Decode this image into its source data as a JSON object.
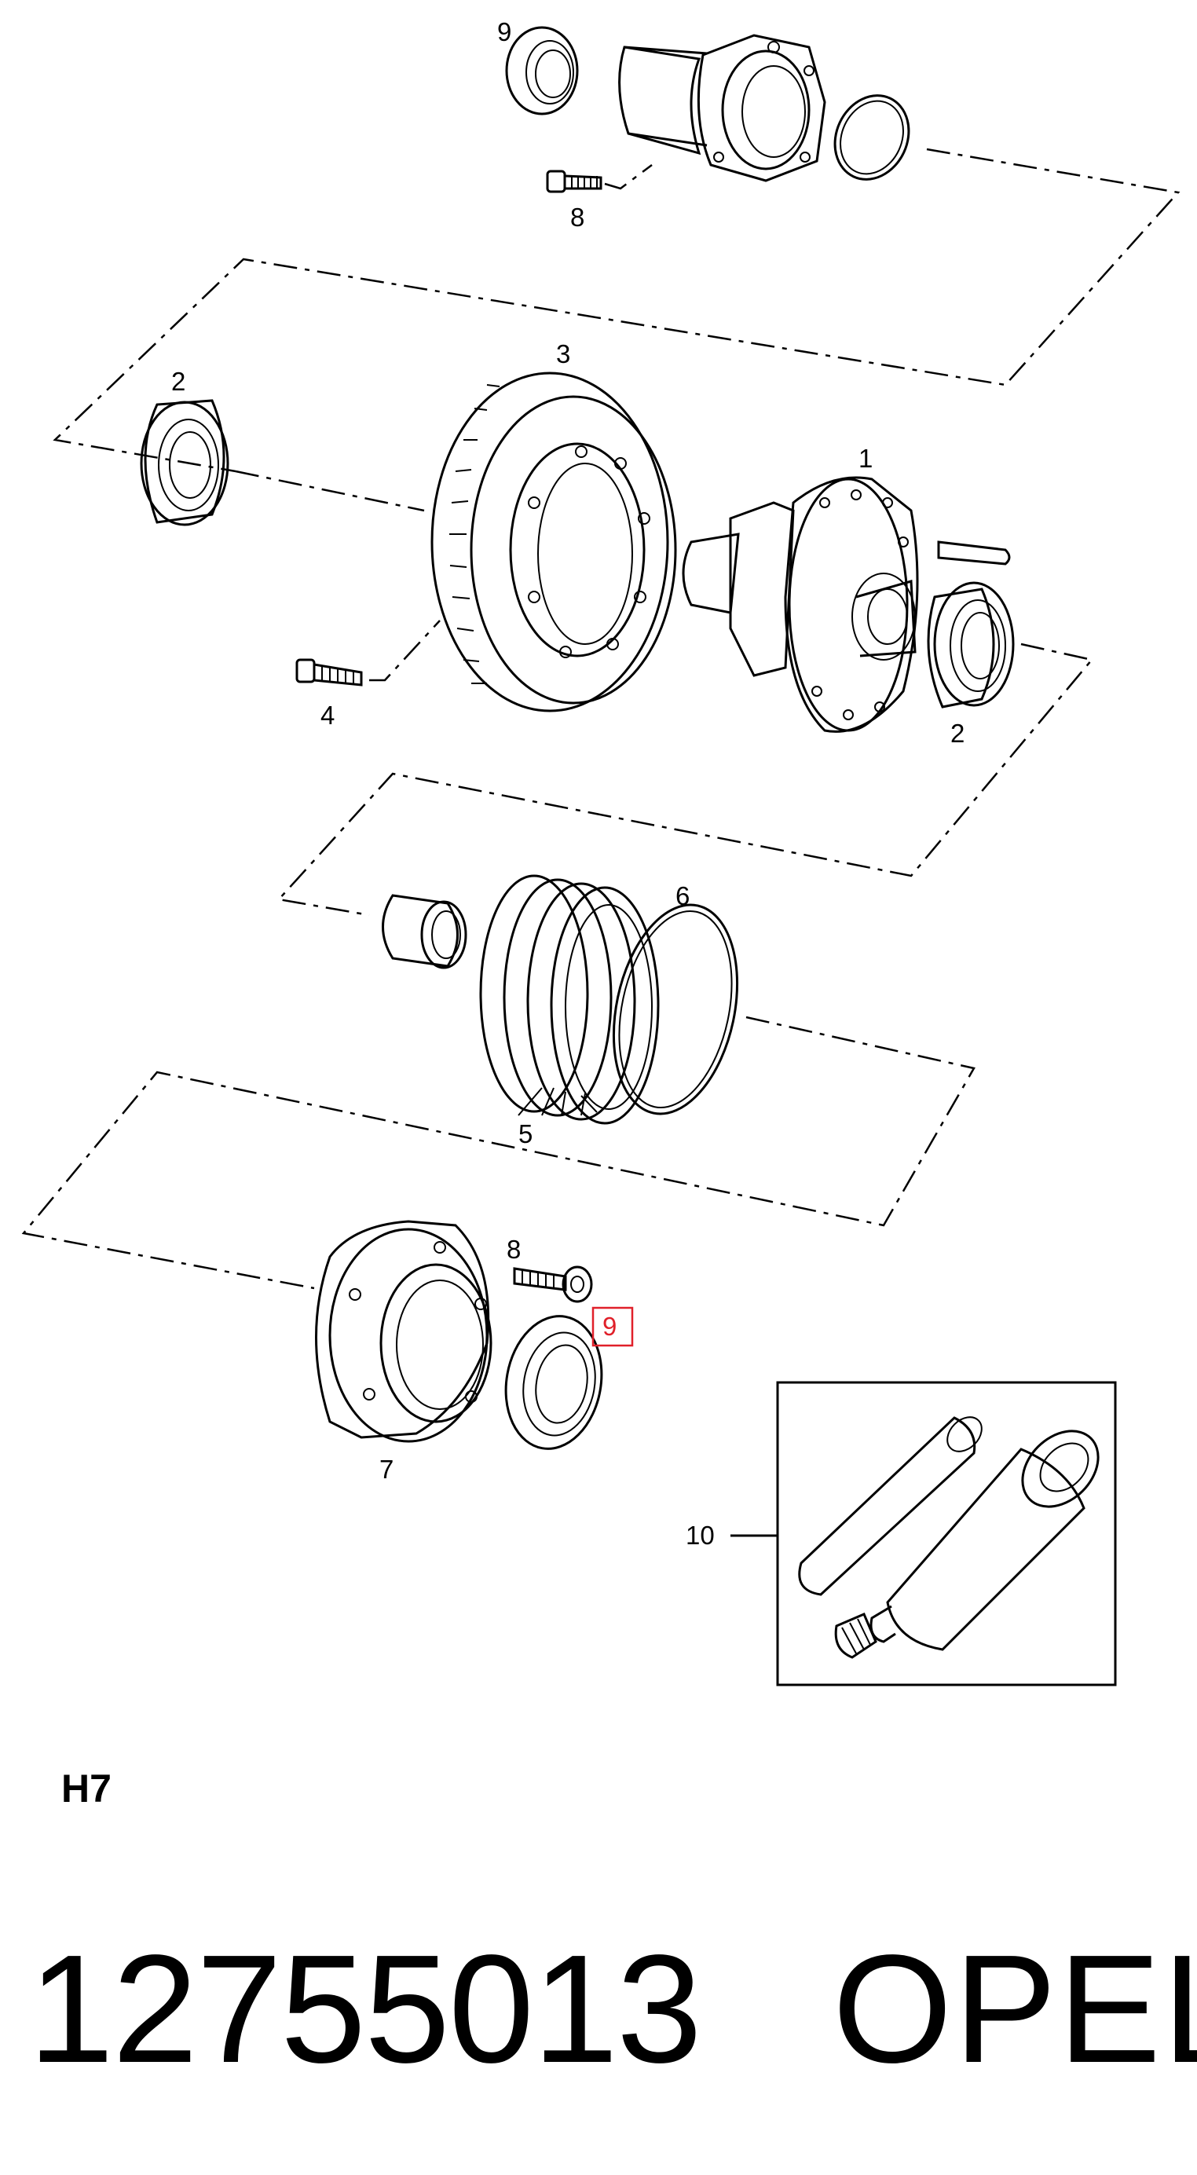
{
  "diagram": {
    "callouts": {
      "c1": "1",
      "c2a": "2",
      "c2b": "2",
      "c3": "3",
      "c4": "4",
      "c5": "5",
      "c6": "6",
      "c7": "7",
      "c8a": "8",
      "c8b": "8",
      "c9a": "9",
      "c9b": "9",
      "c10": "10"
    },
    "highlight_color": "#e0202a"
  },
  "footer": {
    "code_label": "H7",
    "part_number": "12755013",
    "brand": "OPEL"
  }
}
